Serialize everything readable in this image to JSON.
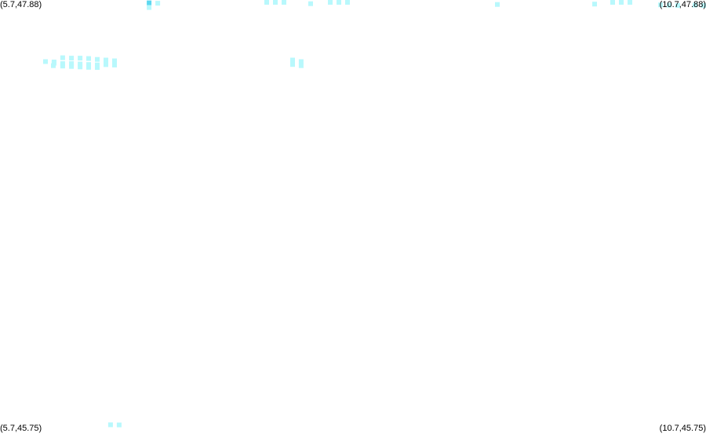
{
  "map": {
    "corner_labels": {
      "top_left": "(5.7,47.88)",
      "top_right": "(10.7,47.88)",
      "bottom_left": "(5.7,45.75)",
      "bottom_right": "(10.7,45.75)"
    },
    "bounds": {
      "lon_min": 5.7,
      "lon_max": 10.7,
      "lat_min": 45.75,
      "lat_max": 47.88
    },
    "colors": {
      "cell": "#b8f8fc",
      "cell_highlight": "#5cd8f0",
      "background": "#ffffff"
    },
    "cells": [
      {
        "lon": 6.022,
        "lat": 47.577
      },
      {
        "lon": 6.083,
        "lat": 47.569
      },
      {
        "lon": 6.144,
        "lat": 47.596
      },
      {
        "lon": 6.206,
        "lat": 47.594
      },
      {
        "lon": 6.267,
        "lat": 47.594
      },
      {
        "lon": 6.328,
        "lat": 47.592
      },
      {
        "lon": 6.389,
        "lat": 47.588
      },
      {
        "lon": 6.45,
        "lat": 47.585
      },
      {
        "lon": 6.511,
        "lat": 47.581
      },
      {
        "lon": 6.083,
        "lat": 47.575
      },
      {
        "lon": 6.144,
        "lat": 47.567
      },
      {
        "lon": 6.206,
        "lat": 47.567
      },
      {
        "lon": 6.267,
        "lat": 47.565
      },
      {
        "lon": 6.328,
        "lat": 47.563
      },
      {
        "lon": 6.389,
        "lat": 47.561
      },
      {
        "lon": 6.45,
        "lat": 47.562
      },
      {
        "lon": 6.511,
        "lat": 47.56
      },
      {
        "lon": 6.078,
        "lat": 47.557
      },
      {
        "lon": 6.144,
        "lat": 47.555
      },
      {
        "lon": 6.206,
        "lat": 47.553
      },
      {
        "lon": 6.267,
        "lat": 47.551
      },
      {
        "lon": 6.328,
        "lat": 47.549
      },
      {
        "lon": 6.389,
        "lat": 47.548
      },
      {
        "lon": 6.756,
        "lat": 47.866,
        "highlight": true
      },
      {
        "lon": 6.817,
        "lat": 47.864
      },
      {
        "lon": 6.756,
        "lat": 47.843
      },
      {
        "lon": 7.589,
        "lat": 47.878
      },
      {
        "lon": 7.65,
        "lat": 47.873
      },
      {
        "lon": 7.711,
        "lat": 47.871
      },
      {
        "lon": 7.9,
        "lat": 47.862
      },
      {
        "lon": 8.039,
        "lat": 47.877
      },
      {
        "lon": 8.1,
        "lat": 47.875
      },
      {
        "lon": 8.161,
        "lat": 47.87
      },
      {
        "lon": 7.772,
        "lat": 47.585
      },
      {
        "lon": 7.833,
        "lat": 47.577
      },
      {
        "lon": 7.772,
        "lat": 47.563
      },
      {
        "lon": 7.833,
        "lat": 47.557
      },
      {
        "lon": 9.222,
        "lat": 47.858
      },
      {
        "lon": 9.911,
        "lat": 47.86
      },
      {
        "lon": 10.039,
        "lat": 47.877
      },
      {
        "lon": 10.1,
        "lat": 47.874
      },
      {
        "lon": 10.161,
        "lat": 47.87
      },
      {
        "lon": 10.378,
        "lat": 47.856
      },
      {
        "lon": 10.439,
        "lat": 47.854
      },
      {
        "lon": 10.5,
        "lat": 47.853
      },
      {
        "lon": 10.622,
        "lat": 47.855
      },
      {
        "lon": 10.683,
        "lat": 47.853
      },
      {
        "lon": 6.483,
        "lat": 45.791
      },
      {
        "lon": 6.544,
        "lat": 45.79
      }
    ]
  }
}
